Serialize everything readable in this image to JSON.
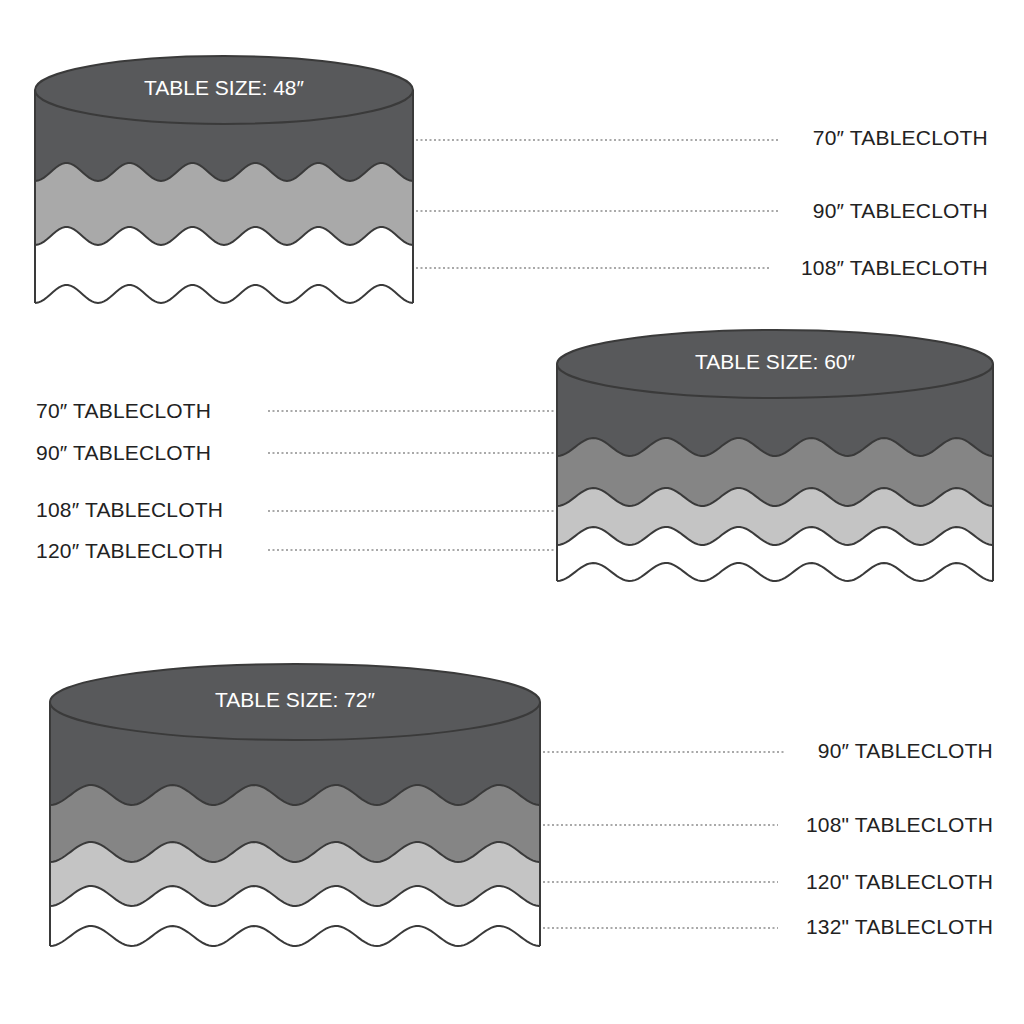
{
  "diagram": {
    "nodes": [
      {
        "text": [
          "TABLE SIZE: 48″"
        ]
      },
      {
        "text": [
          "TABLE SIZE: 60″"
        ]
      },
      {
        "text": [
          "TABLE SIZE: 72″"
        ]
      }
    ],
    "labels": [
      "70″ TABLECLOTH",
      "90″ TABLECLOTH",
      "108″ TABLECLOTH",
      "70″ TABLECLOTH",
      "90″ TABLECLOTH",
      "108″ TABLECLOTH",
      "120″ TABLECLOTH",
      "90″ TABLECLOTH",
      "108\" TABLECLOTH",
      "120\" TABLECLOTH",
      "132\" TABLECLOTH"
    ]
  }
}
